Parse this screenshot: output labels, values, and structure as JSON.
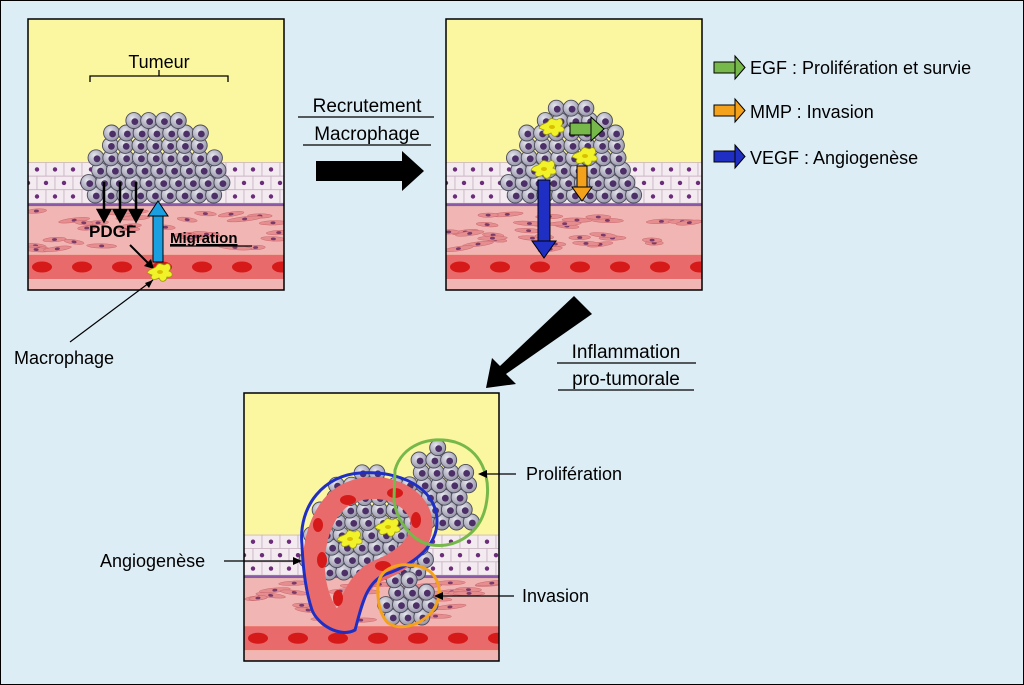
{
  "labels": {
    "tumeur": "Tumeur",
    "pdgf": "PDGF",
    "migration": "Migration",
    "macrophage": "Macrophage",
    "recrutement_line1": "Recrutement",
    "recrutement_line2": "Macrophage",
    "inflammation_line1": "Inflammation",
    "inflammation_line2": "pro-tumorale",
    "proliferation": "Prolifération",
    "angiogenese": "Angiogenèse",
    "invasion": "Invasion"
  },
  "legend": [
    {
      "label": "EGF : Prolifération et survie",
      "color": "#77b84a"
    },
    {
      "label": "MMP : Invasion",
      "color": "#f4a21c"
    },
    {
      "label": "VEGF : Angiogenèse",
      "color": "#1f2fc4"
    }
  ],
  "colors": {
    "background": "#dcedf5",
    "panel_sky": "#fbf7a0",
    "epithelium": "#efe5ec",
    "stroma": "#f1b6b3",
    "vessel": "#e96a6a",
    "red_cell": "#d61a1a",
    "tumor_cell": "#a8a8b8",
    "macrophage": "#f2f22a",
    "egf": "#77b84a",
    "mmp": "#f4a21c",
    "vegf": "#1f2fc4",
    "migration_arrow": "#1aa0e0"
  }
}
